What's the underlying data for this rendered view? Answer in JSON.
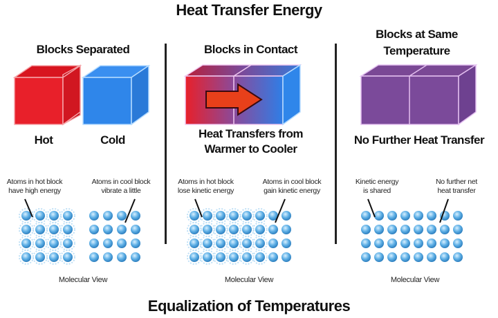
{
  "title": "Heat Transfer Energy",
  "footer": "Equalization of Temperatures",
  "panels": [
    {
      "heading": "Blocks Separated",
      "labels": [
        "Hot",
        "Cold"
      ],
      "notes": [
        "Atoms in hot block\nhave high energy",
        "Atoms in cool block\nvibrate a little"
      ],
      "molecular_caption": "Molecular View",
      "colors": {
        "hot": "#e8202a",
        "cold": "#2f86ea"
      }
    },
    {
      "heading": "Blocks in Contact",
      "caption": "Heat Transfers from\nWarmer to Cooler",
      "notes": [
        "Atoms in hot block\nlose kinetic energy",
        "Atoms in cool block\ngain kinetic energy"
      ],
      "molecular_caption": "Molecular View",
      "arrow_color": "#e8401a"
    },
    {
      "heading": "Blocks at Same\nTemperature",
      "caption": "No Further Heat Transfer",
      "notes": [
        "Kinetic energy\nis shared",
        "No further net\nheat transfer"
      ],
      "molecular_caption": "Molecular View",
      "colors": {
        "equal": "#7b4a9a"
      }
    }
  ],
  "atom_color": "#5fb0e6"
}
